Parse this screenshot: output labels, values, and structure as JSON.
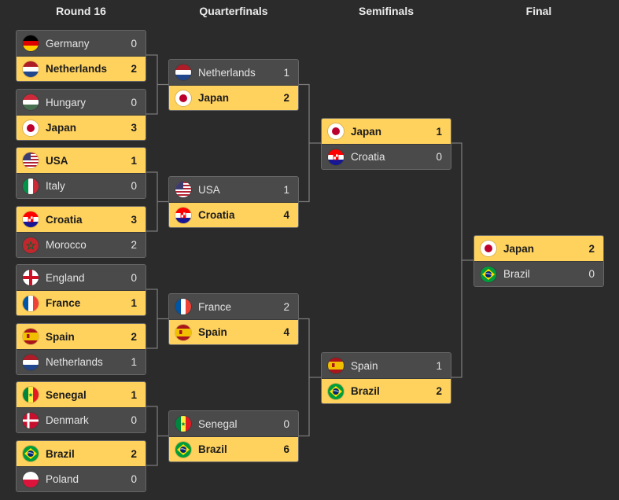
{
  "rounds": [
    {
      "title": "Round 16"
    },
    {
      "title": "Quarterfinals"
    },
    {
      "title": "Semifinals"
    },
    {
      "title": "Final"
    }
  ],
  "matches": {
    "r16_1": [
      {
        "team": "Germany",
        "flag": "germany",
        "score": "0",
        "winner": false
      },
      {
        "team": "Netherlands",
        "flag": "netherlands",
        "score": "2",
        "winner": true
      }
    ],
    "r16_2": [
      {
        "team": "Hungary",
        "flag": "hungary",
        "score": "0",
        "winner": false
      },
      {
        "team": "Japan",
        "flag": "japan",
        "score": "3",
        "winner": true
      }
    ],
    "r16_3": [
      {
        "team": "USA",
        "flag": "usa",
        "score": "1",
        "winner": true
      },
      {
        "team": "Italy",
        "flag": "italy",
        "score": "0",
        "winner": false
      }
    ],
    "r16_4": [
      {
        "team": "Croatia",
        "flag": "croatia",
        "score": "3",
        "winner": true
      },
      {
        "team": "Morocco",
        "flag": "morocco",
        "score": "2",
        "winner": false
      }
    ],
    "r16_5": [
      {
        "team": "England",
        "flag": "england",
        "score": "0",
        "winner": false
      },
      {
        "team": "France",
        "flag": "france",
        "score": "1",
        "winner": true
      }
    ],
    "r16_6": [
      {
        "team": "Spain",
        "flag": "spain",
        "score": "2",
        "winner": true
      },
      {
        "team": "Netherlands",
        "flag": "netherlands",
        "score": "1",
        "winner": false
      }
    ],
    "r16_7": [
      {
        "team": "Senegal",
        "flag": "senegal",
        "score": "1",
        "winner": true
      },
      {
        "team": "Denmark",
        "flag": "denmark",
        "score": "0",
        "winner": false
      }
    ],
    "r16_8": [
      {
        "team": "Brazil",
        "flag": "brazil",
        "score": "2",
        "winner": true
      },
      {
        "team": "Poland",
        "flag": "poland",
        "score": "0",
        "winner": false
      }
    ],
    "qf_1": [
      {
        "team": "Netherlands",
        "flag": "netherlands",
        "score": "1",
        "winner": false
      },
      {
        "team": "Japan",
        "flag": "japan",
        "score": "2",
        "winner": true
      }
    ],
    "qf_2": [
      {
        "team": "USA",
        "flag": "usa",
        "score": "1",
        "winner": false
      },
      {
        "team": "Croatia",
        "flag": "croatia",
        "score": "4",
        "winner": true
      }
    ],
    "qf_3": [
      {
        "team": "France",
        "flag": "france",
        "score": "2",
        "winner": false
      },
      {
        "team": "Spain",
        "flag": "spain",
        "score": "4",
        "winner": true
      }
    ],
    "qf_4": [
      {
        "team": "Senegal",
        "flag": "senegal",
        "score": "0",
        "winner": false
      },
      {
        "team": "Brazil",
        "flag": "brazil",
        "score": "6",
        "winner": true
      }
    ],
    "sf_1": [
      {
        "team": "Japan",
        "flag": "japan",
        "score": "1",
        "winner": true
      },
      {
        "team": "Croatia",
        "flag": "croatia",
        "score": "0",
        "winner": false
      }
    ],
    "sf_2": [
      {
        "team": "Spain",
        "flag": "spain",
        "score": "1",
        "winner": false
      },
      {
        "team": "Brazil",
        "flag": "brazil",
        "score": "2",
        "winner": true
      }
    ],
    "final": [
      {
        "team": "Japan",
        "flag": "japan",
        "score": "2",
        "winner": true
      },
      {
        "team": "Brazil",
        "flag": "brazil",
        "score": "0",
        "winner": false
      }
    ]
  },
  "colors": {
    "background": "#2b2b2b",
    "winner_row": "#ffd25e",
    "loser_row": "#4a4a4a",
    "connector": "#7a7a7a"
  }
}
